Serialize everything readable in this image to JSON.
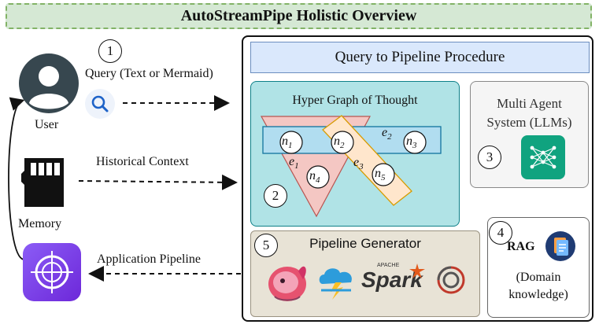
{
  "title": "AutoStreamPipe Holistic Overview",
  "left": {
    "user_label": "User",
    "memory_label": "Memory"
  },
  "flows": {
    "query_label": "Query (Text or Mermaid)",
    "history_label": "Historical Context",
    "app_pipeline_label": "Application Pipeline"
  },
  "steps": [
    "1",
    "2",
    "3",
    "4",
    "5"
  ],
  "procedure": {
    "header": "Query to Pipeline Procedure"
  },
  "hgot": {
    "title": "Hyper Graph of Thought",
    "nodes": [
      {
        "base": "n",
        "sub": "1"
      },
      {
        "base": "n",
        "sub": "2"
      },
      {
        "base": "n",
        "sub": "3"
      },
      {
        "base": "n",
        "sub": "4"
      },
      {
        "base": "n",
        "sub": "5"
      }
    ],
    "edges": [
      {
        "base": "e",
        "sub": "1"
      },
      {
        "base": "e",
        "sub": "2"
      },
      {
        "base": "e",
        "sub": "3"
      }
    ]
  },
  "mas": {
    "title_line1": "Multi Agent",
    "title_line2": "System (LLMs)"
  },
  "rag": {
    "label": "RAG",
    "desc_line1": "(Domain",
    "desc_line2": "knowledge)"
  },
  "pipeline_generator": {
    "title": "Pipeline Generator",
    "logos": [
      "flink-logo",
      "storm-logo",
      "spark-logo",
      "kafka-streams-logo"
    ],
    "spark_small": "APACHE",
    "spark_text": "Spark"
  },
  "colors": {
    "title_fill": "#d5e8d4",
    "procedure_fill": "#dae8fc",
    "hgot_fill": "#b0e3e6",
    "triangle_fill": "#f4c7c3",
    "bar_blue": "#b1ddf0",
    "bar_orange": "#ffe6cc",
    "mas_fill": "#f5f5f5",
    "pipegen_fill": "#e8e3d6",
    "llm_green": "#10a37f"
  }
}
